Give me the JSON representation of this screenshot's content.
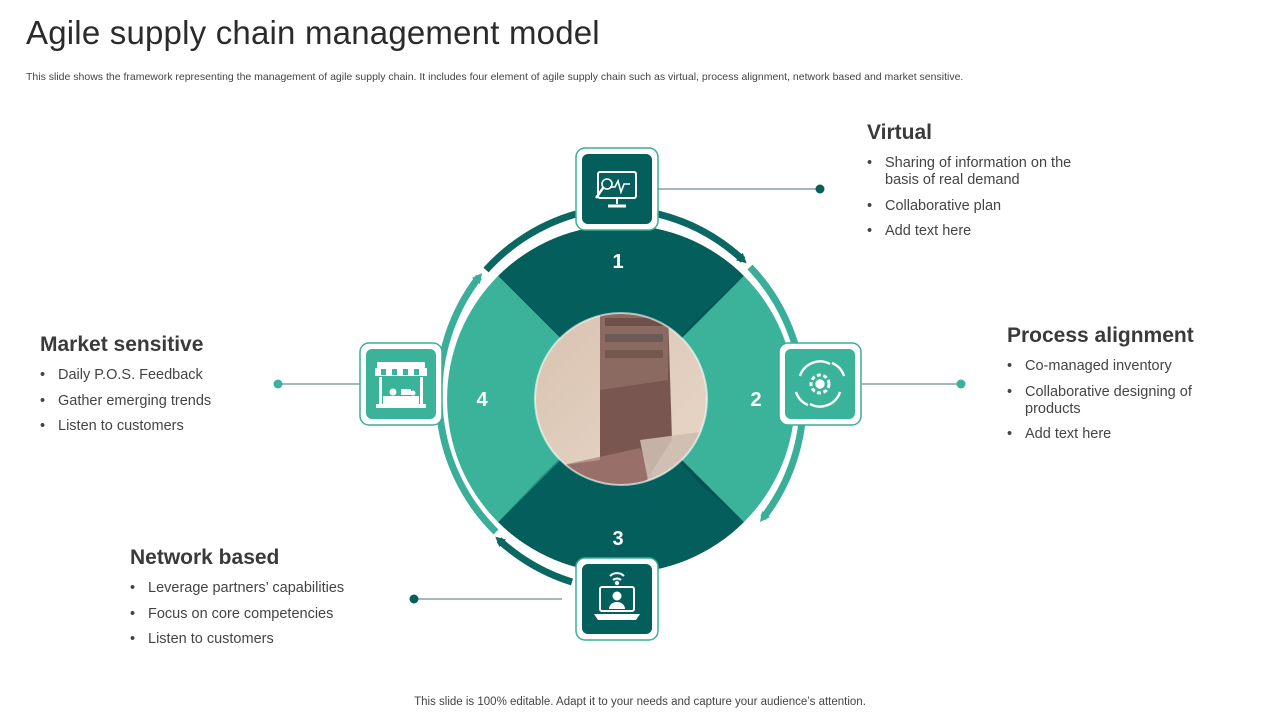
{
  "header": {
    "title": "Agile supply chain management model",
    "subtitle": "This slide shows the framework representing the management of agile supply chain. It includes four element of agile supply chain such as virtual, process alignment, network based and market sensitive."
  },
  "footer": {
    "text": "This slide is 100% editable. Adapt it to your needs and capture your audience’s attention."
  },
  "colors": {
    "dark_teal": "#045e5b",
    "light_teal": "#3bb39b",
    "ring": "#0a6762",
    "ring_light": "#3aae98",
    "dot": "#0b5d5a"
  },
  "diagram": {
    "segments": [
      {
        "number": "1",
        "icon": "monitor-analytics-icon"
      },
      {
        "number": "2",
        "icon": "gear-cycle-icon"
      },
      {
        "number": "3",
        "icon": "laptop-user-wifi-icon"
      },
      {
        "number": "4",
        "icon": "storefront-icon"
      }
    ],
    "center_image": "cargo-ship-photo"
  },
  "blocks": {
    "virtual": {
      "title": "Virtual",
      "items": [
        "Sharing of information on the basis of real demand",
        "Collaborative plan",
        "Add text here"
      ]
    },
    "process": {
      "title": "Process alignment",
      "items": [
        "Co-managed inventory",
        "Collaborative designing of products",
        "Add text here"
      ]
    },
    "market": {
      "title": "Market sensitive",
      "items": [
        "Daily P.O.S. Feedback",
        "Gather emerging trends",
        "Listen to customers"
      ]
    },
    "network": {
      "title": "Network based",
      "items": [
        "Leverage partners’ capabilities",
        "Focus on core competencies",
        "Listen to customers"
      ]
    }
  }
}
